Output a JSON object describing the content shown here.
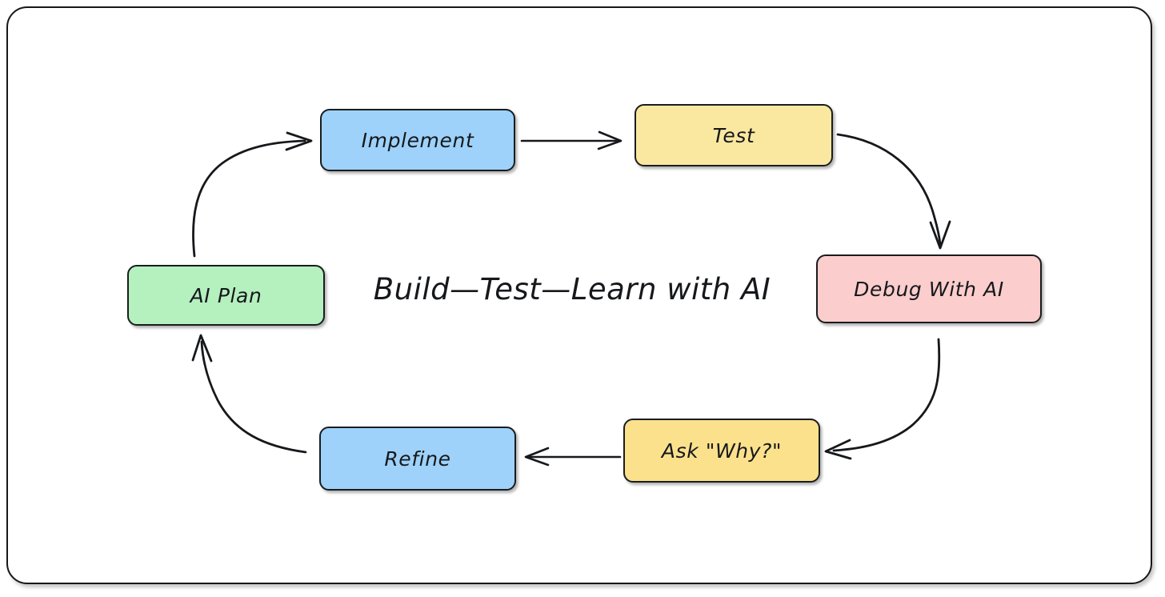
{
  "diagram": {
    "title": "Build—Test—Learn with AI",
    "frame": {
      "border_color": "#16181b",
      "background": "#ffffff"
    },
    "nodes": [
      {
        "id": "implement",
        "label": "Implement",
        "fill": "#9ed2fa",
        "stroke": "#1a1c1f"
      },
      {
        "id": "test",
        "label": "Test",
        "fill": "#fbe8a0",
        "stroke": "#1a1c1f"
      },
      {
        "id": "debug",
        "label": "Debug With AI",
        "fill": "#fbcdcd",
        "stroke": "#1a1c1f"
      },
      {
        "id": "ask",
        "label": "Ask \"Why?\"",
        "fill": "#fbe18c",
        "stroke": "#1a1c1f"
      },
      {
        "id": "refine",
        "label": "Refine",
        "fill": "#9ed2fa",
        "stroke": "#1a1c1f"
      },
      {
        "id": "plan",
        "label": "AI Plan",
        "fill": "#b5f0bf",
        "stroke": "#1a1c1f"
      }
    ],
    "edges": [
      {
        "id": "implement-to-test",
        "from": "implement",
        "to": "test",
        "style": "straight",
        "label": ""
      },
      {
        "id": "test-to-debug",
        "from": "test",
        "to": "debug",
        "style": "curved",
        "label": ""
      },
      {
        "id": "debug-to-ask",
        "from": "debug",
        "to": "ask",
        "style": "curved",
        "label": ""
      },
      {
        "id": "ask-to-refine",
        "from": "ask",
        "to": "refine",
        "style": "straight",
        "label": ""
      },
      {
        "id": "refine-to-plan",
        "from": "refine",
        "to": "plan",
        "style": "curved",
        "label": ""
      },
      {
        "id": "plan-to-implement",
        "from": "plan",
        "to": "implement",
        "style": "curved",
        "label": ""
      }
    ],
    "arrow_color": "#16181b"
  }
}
